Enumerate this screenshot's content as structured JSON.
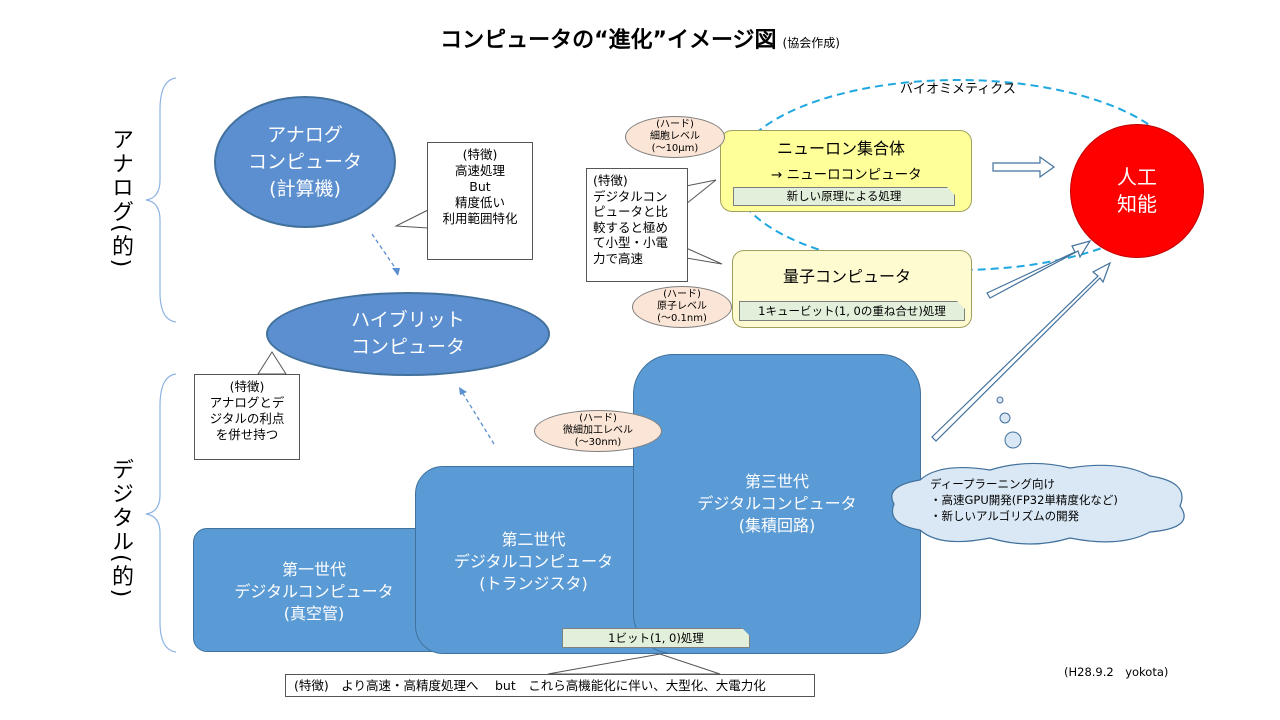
{
  "title": "コンピュータの“進化”イメージ図",
  "title_sub": "(協会作成)",
  "side_labels": {
    "analog": "アナログ(的)",
    "digital": "デジタル(的)"
  },
  "analog_computer": {
    "lines": [
      "アナログ",
      "コンピュータ",
      "(計算機)"
    ]
  },
  "analog_note": {
    "lines": [
      "(特徴)",
      "高速処理",
      "But",
      "精度低い",
      "利用範囲特化"
    ]
  },
  "hybrid_computer": {
    "lines": [
      "ハイブリット",
      "コンピュータ"
    ]
  },
  "hybrid_note": {
    "lines": [
      "(特徴)",
      "アナログとデ",
      "ジタルの利点",
      "を併せ持つ"
    ]
  },
  "biomimetics": {
    "label": "バイオミメティクス"
  },
  "neuro": {
    "title": "ニューロン集合体",
    "subtitle": "→ ニューロコンピュータ",
    "tab": "新しい原理による処理"
  },
  "neuro_hard": {
    "lines": [
      "(ハード)",
      "細胞レベル",
      "(～10μm)"
    ]
  },
  "small_note": {
    "lines": [
      "(特徴)",
      "デジタルコン",
      "ピュータと比",
      "較すると極め",
      "て小型・小電",
      "力で高速"
    ]
  },
  "quantum": {
    "title": "量子コンピュータ",
    "tab": "1キュービット(1, 0の重ね合せ)処理"
  },
  "quantum_hard": {
    "lines": [
      "(ハード)",
      "原子レベル",
      "(～0.1nm)"
    ]
  },
  "ai": {
    "lines": [
      "人工",
      "知能"
    ]
  },
  "ic_hard": {
    "lines": [
      "(ハード)",
      "微細加工レベル",
      "(～30nm)"
    ]
  },
  "gen1": {
    "lines": [
      "第一世代",
      "デジタルコンピュータ",
      "(真空管)"
    ]
  },
  "gen2": {
    "lines": [
      "第二世代",
      "デジタルコンピュータ",
      "(トランジスタ)"
    ]
  },
  "gen3": {
    "lines": [
      "第三世代",
      "デジタルコンピュータ",
      "(集積回路)"
    ]
  },
  "bit_tab": "1ビット(1, 0)処理",
  "deep_learning": {
    "lines": [
      "ディープラーニング向け",
      "・高速GPU開発(FP32単精度化など)",
      "・新しいアルゴリズムの開発"
    ]
  },
  "bottom_note": "(特徴)　より高速・高精度処理へ　 but　これら高機能化に伴い、大型化、大電力化",
  "credit": "(H28.9.2　yokota)",
  "colors": {
    "blue": "#5b9bd5",
    "ellipse_blue": "#5b8fcf",
    "ai_red": "#ff0000",
    "dash_blue": "#1fa8e0",
    "yellow": "#ffff99"
  }
}
